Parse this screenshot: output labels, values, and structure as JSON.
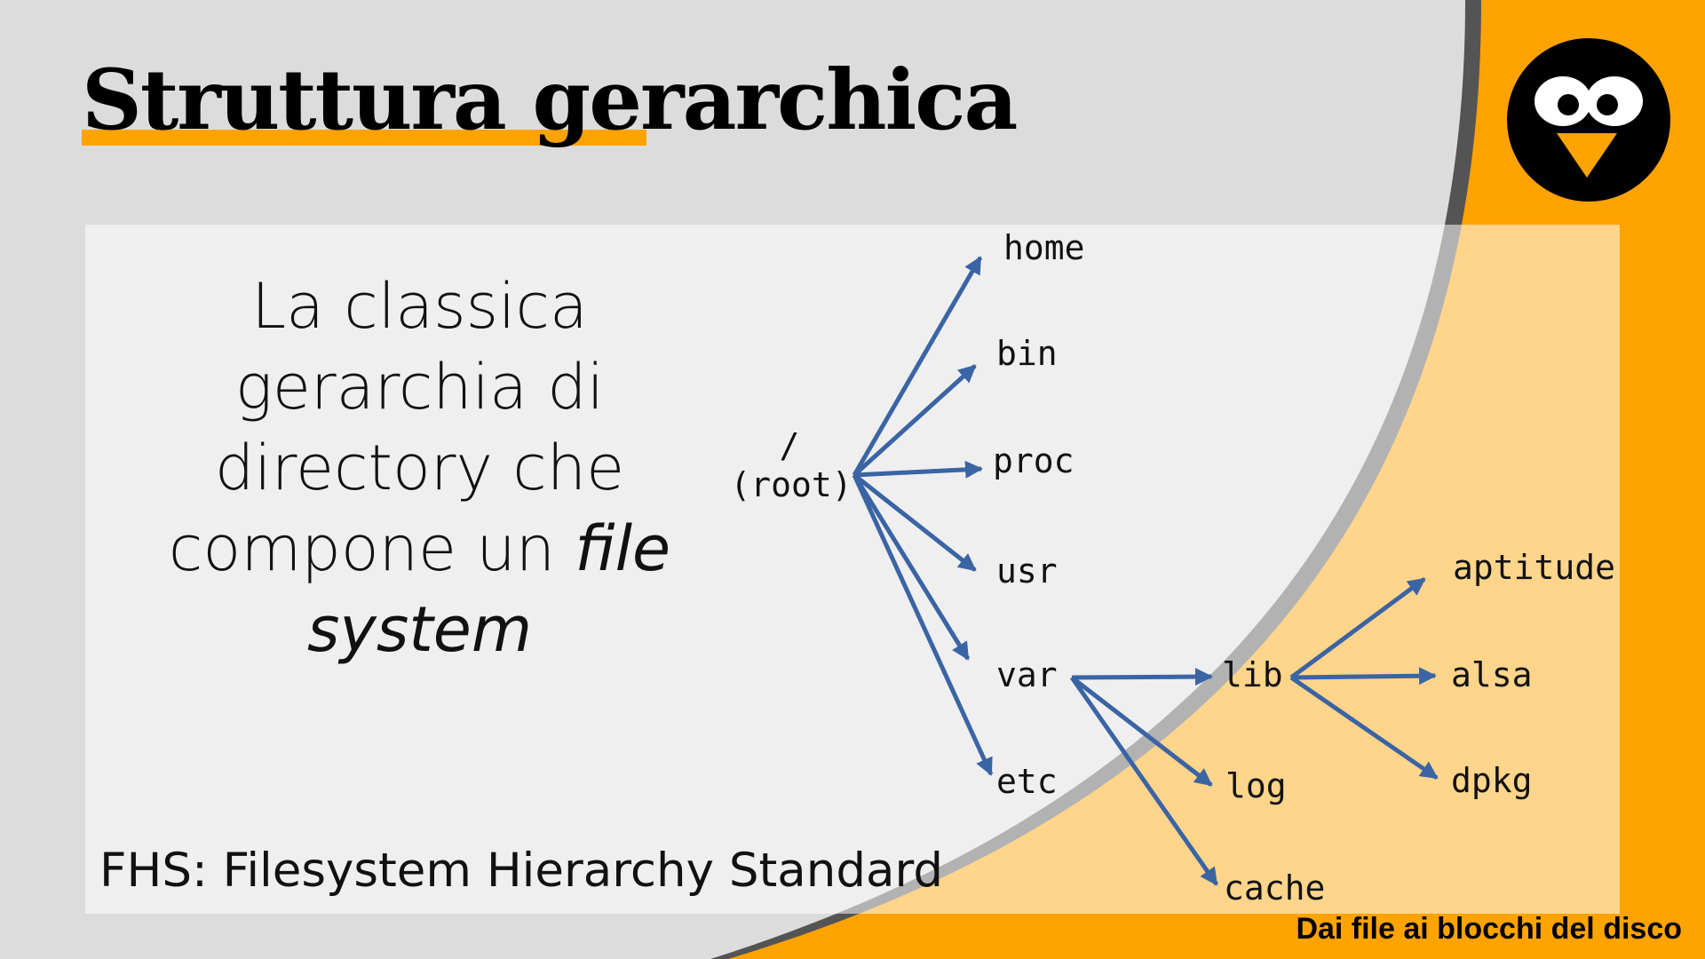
{
  "slide": {
    "title": "Struttura  gerarchica",
    "description": {
      "line1": "La classica",
      "line2": "gerarchia di",
      "line3": "directory che",
      "line4_prefix": "compone un ",
      "line4_italic": "file",
      "line5_italic": "system"
    },
    "fhs": "FHS: Filesystem Hierarchy Standard",
    "footer": "Dai file ai blocchi del disco"
  },
  "tree": {
    "root_slash": "/",
    "root_label": "(root)",
    "level1": [
      "home",
      "bin",
      "proc",
      "usr",
      "var",
      "etc"
    ],
    "var_children": [
      "lib",
      "log",
      "cache"
    ],
    "lib_children": [
      "aptitude",
      "alsa",
      "dpkg"
    ],
    "arrow_color": "#3a64a4"
  },
  "colors": {
    "orange": "#ffa300",
    "light_orange": "#ffd080",
    "gray_bg": "#dcdcdc"
  }
}
